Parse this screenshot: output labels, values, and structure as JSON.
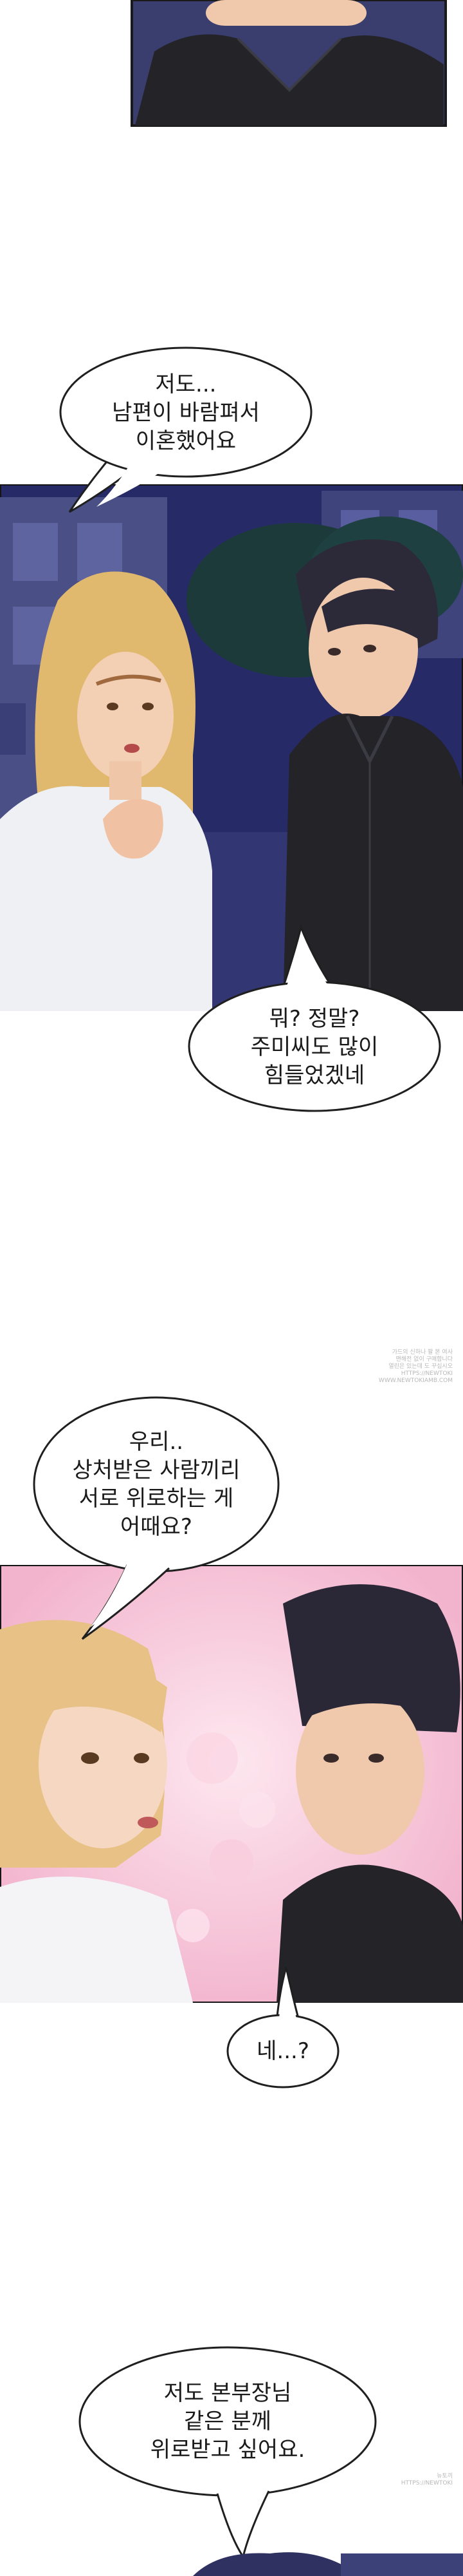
{
  "bubbles": [
    {
      "id": "b1",
      "lines": [
        "저도...",
        "남편이 바람펴서",
        "이혼했어요"
      ]
    },
    {
      "id": "b2",
      "lines": [
        "뭐? 정말?",
        "주미씨도 많이",
        "힘들었겠네"
      ]
    },
    {
      "id": "b3",
      "lines": [
        "우리..",
        "상처받은 사람끼리",
        "서로 위로하는 게",
        "어때요?"
      ]
    },
    {
      "id": "b4",
      "lines": [
        "네...?"
      ]
    },
    {
      "id": "b5",
      "lines": [
        "저도 본부장님",
        "같은 분께",
        "위로받고 싶어요."
      ]
    }
  ],
  "watermarks": {
    "w1": [
      "가드의 신하나 팔 본 여사",
      "맨해전 없이 구매합니다",
      "열린은 있는데 도 꾸십시오",
      "HTTPS://NEWTOKI",
      "WWW.NEWTOKIAMB.COM"
    ],
    "w2": [
      "뉴토끼",
      "HTTPS://NEWTOKI"
    ]
  },
  "colors": {
    "night_sky": "#262a66",
    "building": "#4a4f86",
    "man_shirt": "#232328",
    "woman_hair": "#e0b86e",
    "skin": "#f3cfb4",
    "pink_bg": "#f7c6d9",
    "bubble_fill": "#ffffff",
    "bubble_stroke": "#1f1f1f"
  }
}
